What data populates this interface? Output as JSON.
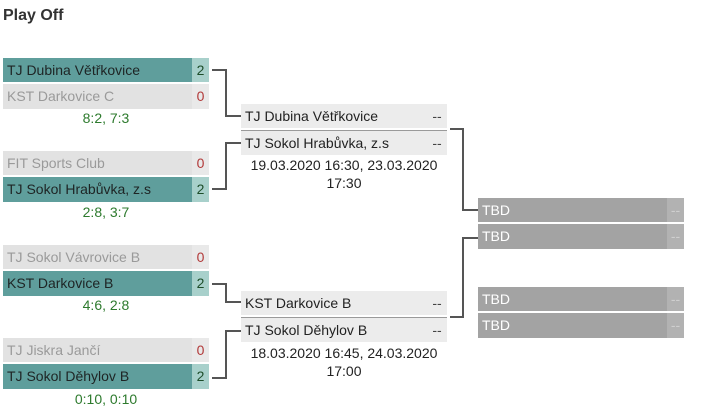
{
  "title": "Play Off",
  "round1": [
    {
      "top": {
        "name": "TJ Dubina Větřkovice",
        "score": "2"
      },
      "bottom": {
        "name": "KST Darkovice C",
        "score": "0"
      },
      "result": "8:2, 7:3"
    },
    {
      "top": {
        "name": "FIT Sports Club",
        "score": "0"
      },
      "bottom": {
        "name": "TJ Sokol Hrabůvka, z.s",
        "score": "2"
      },
      "result": "2:8, 3:7"
    },
    {
      "top": {
        "name": "TJ Sokol Vávrovice B",
        "score": "0"
      },
      "bottom": {
        "name": "KST Darkovice B",
        "score": "2"
      },
      "result": "4:6, 2:8"
    },
    {
      "top": {
        "name": "TJ Jiskra Jančí",
        "score": "0"
      },
      "bottom": {
        "name": "TJ Sokol Děhylov B",
        "score": "2"
      },
      "result": "0:10, 0:10"
    }
  ],
  "round2": [
    {
      "top": {
        "name": "TJ Dubina Větřkovice",
        "score": "--"
      },
      "bottom": {
        "name": "TJ Sokol Hrabůvka, z.s",
        "score": "--"
      },
      "date_line1": "19.03.2020 16:30, 23.03.2020",
      "date_line2": "17:30"
    },
    {
      "top": {
        "name": "KST Darkovice B",
        "score": "--"
      },
      "bottom": {
        "name": "TJ Sokol Děhylov B",
        "score": "--"
      },
      "date_line1": "18.03.2020 16:45, 24.03.2020",
      "date_line2": "17:00"
    }
  ],
  "final": [
    {
      "top": {
        "name": "TBD",
        "score": "--"
      },
      "bottom": {
        "name": "TBD",
        "score": "--"
      }
    },
    {
      "top": {
        "name": "TBD",
        "score": "--"
      },
      "bottom": {
        "name": "TBD",
        "score": "--"
      }
    }
  ]
}
